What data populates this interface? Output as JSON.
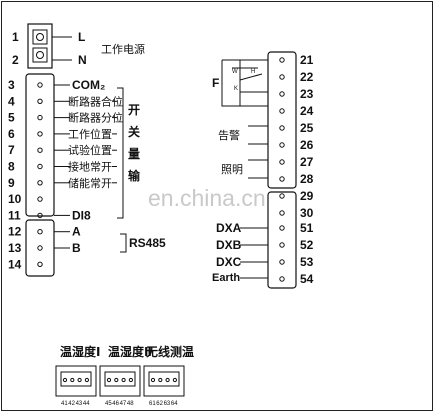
{
  "top_connector": {
    "pins": [
      "1",
      "2"
    ],
    "pin_labels": [
      "L",
      "N"
    ],
    "group_label": "工作电源"
  },
  "left_connector": {
    "pins": [
      "3",
      "4",
      "5",
      "6",
      "7",
      "8",
      "9",
      "10",
      "11",
      "12",
      "13",
      "14"
    ],
    "pin_labels": [
      "COM₂",
      "断路器合位",
      "断路器分位",
      "工作位置",
      "试验位置",
      "接地常开",
      "储能常开",
      "",
      "DI8",
      "A",
      "B",
      ""
    ],
    "group_label": [
      "开",
      "关",
      "量",
      "输"
    ],
    "rs485_label": "RS485"
  },
  "right_connector": {
    "pins": [
      "21",
      "22",
      "23",
      "24",
      "25",
      "26",
      "27",
      "28",
      "29",
      "30",
      "51",
      "52",
      "53",
      "54"
    ],
    "side_labels": {
      "f": "F",
      "alarm": "告警",
      "light": "照明",
      "dxa": "DXA",
      "dxb": "DXB",
      "dxc": "DXC",
      "earth": "Earth"
    },
    "relay_marks": [
      "W",
      "H",
      "K"
    ]
  },
  "bottom_connector": {
    "labels": [
      "温湿度Ⅰ",
      "温湿度Ⅱ",
      "无线测温"
    ],
    "pins": [
      "41",
      "42",
      "43",
      "44",
      "45",
      "46",
      "47",
      "48",
      "61",
      "62",
      "63",
      "64"
    ]
  },
  "watermark": "en.china.cn"
}
